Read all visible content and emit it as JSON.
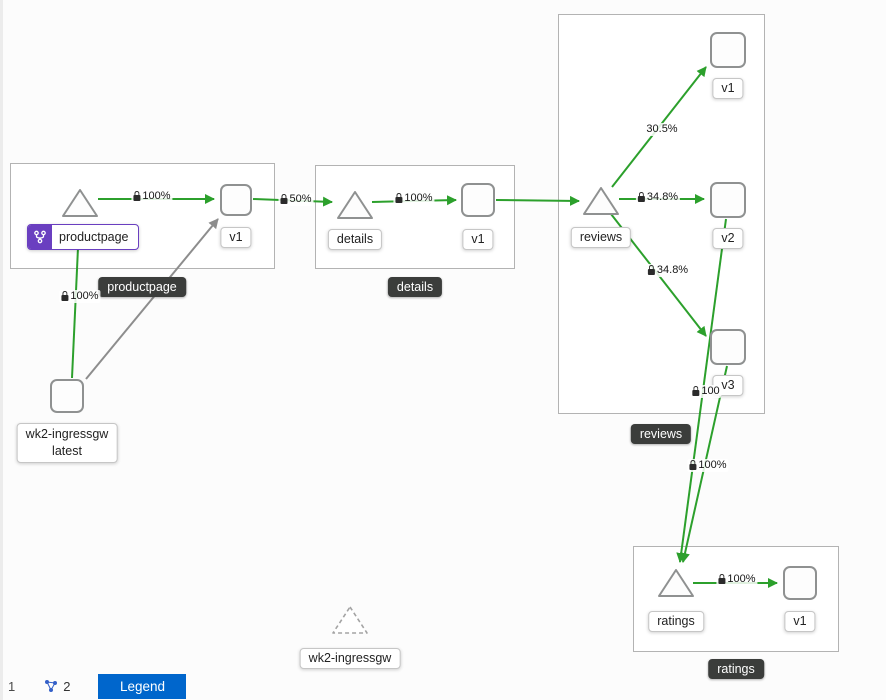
{
  "graph": {
    "groups": {
      "productpage": {
        "badge": "productpage"
      },
      "details": {
        "badge": "details"
      },
      "reviews": {
        "badge": "reviews"
      },
      "ratings": {
        "badge": "ratings"
      }
    },
    "nodes": {
      "productpage_service": {
        "label": "productpage"
      },
      "productpage_v1": {
        "label": "v1"
      },
      "details_service": {
        "label": "details"
      },
      "details_v1": {
        "label": "v1"
      },
      "reviews_service": {
        "label": "reviews"
      },
      "reviews_v1": {
        "label": "v1"
      },
      "reviews_v2": {
        "label": "v2"
      },
      "reviews_v3": {
        "label": "v3"
      },
      "ratings_service": {
        "label": "ratings"
      },
      "ratings_v1": {
        "label": "v1"
      },
      "ingress": {
        "label_line1": "wk2-ingressgw",
        "label_line2": "latest"
      },
      "idle": {
        "label": "wk2-ingressgw"
      }
    },
    "edge_labels": {
      "pp_to_v1": "100%",
      "ingress_to_pp": "100%",
      "ppv1_to_details": "50%",
      "details_to_v1": "100%",
      "reviews_to_v1": "30.5%",
      "reviews_to_v2": "34.8%",
      "reviews_to_v3": "34.8%",
      "v2_to_ratings": "100",
      "v3_to_ratings": "100%",
      "ratings_to_v1": "100%"
    }
  },
  "toolbar": {
    "page_indicator": "1",
    "node_count": "2",
    "legend_button": "Legend"
  },
  "colors": {
    "edge_healthy": "#2ca02c",
    "edge_unknown": "#8d8d8d",
    "virtualservice_purple": "#6a3fc0",
    "legend_blue": "#0066cc",
    "badge_dark": "#3b3d3b"
  }
}
